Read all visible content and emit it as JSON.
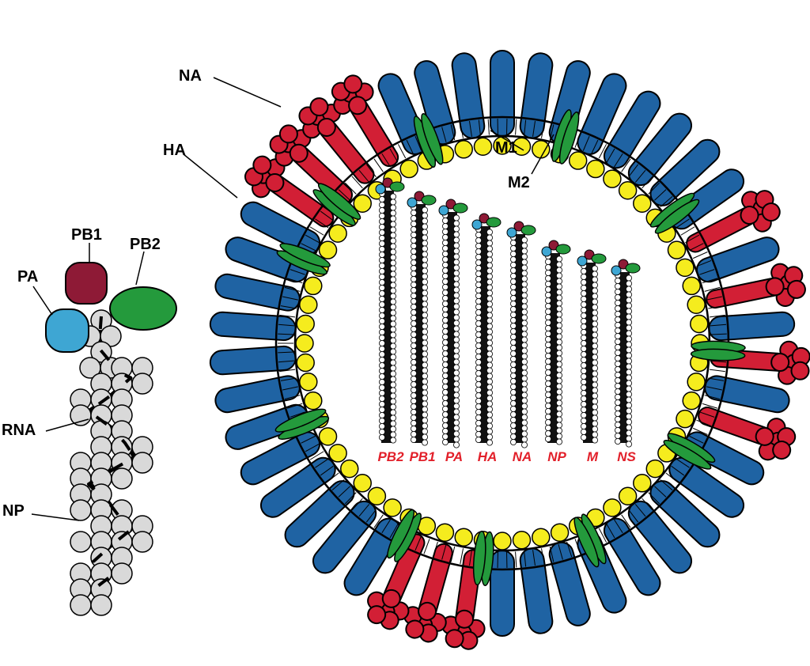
{
  "labels": {
    "na": "NA",
    "ha": "HA",
    "m1": "M1",
    "m2": "M2",
    "pb1": "PB1",
    "pb2": "PB2",
    "pa": "PA",
    "rna": "RNA",
    "np": "NP"
  },
  "segments": [
    "PB2",
    "PB1",
    "PA",
    "HA",
    "NA",
    "NP",
    "M",
    "NS"
  ],
  "colors": {
    "ha_spike": "#1f63a3",
    "na_spike": "#d21f35",
    "m2_channel": "#249a3c",
    "m1_matrix": "#f5ec1e",
    "pb1": "#8e1a36",
    "pb2": "#249a3c",
    "pa": "#3ea6d3",
    "np": "#d9d9d9",
    "rna": "#000000",
    "segment_label": "#e2202a"
  }
}
